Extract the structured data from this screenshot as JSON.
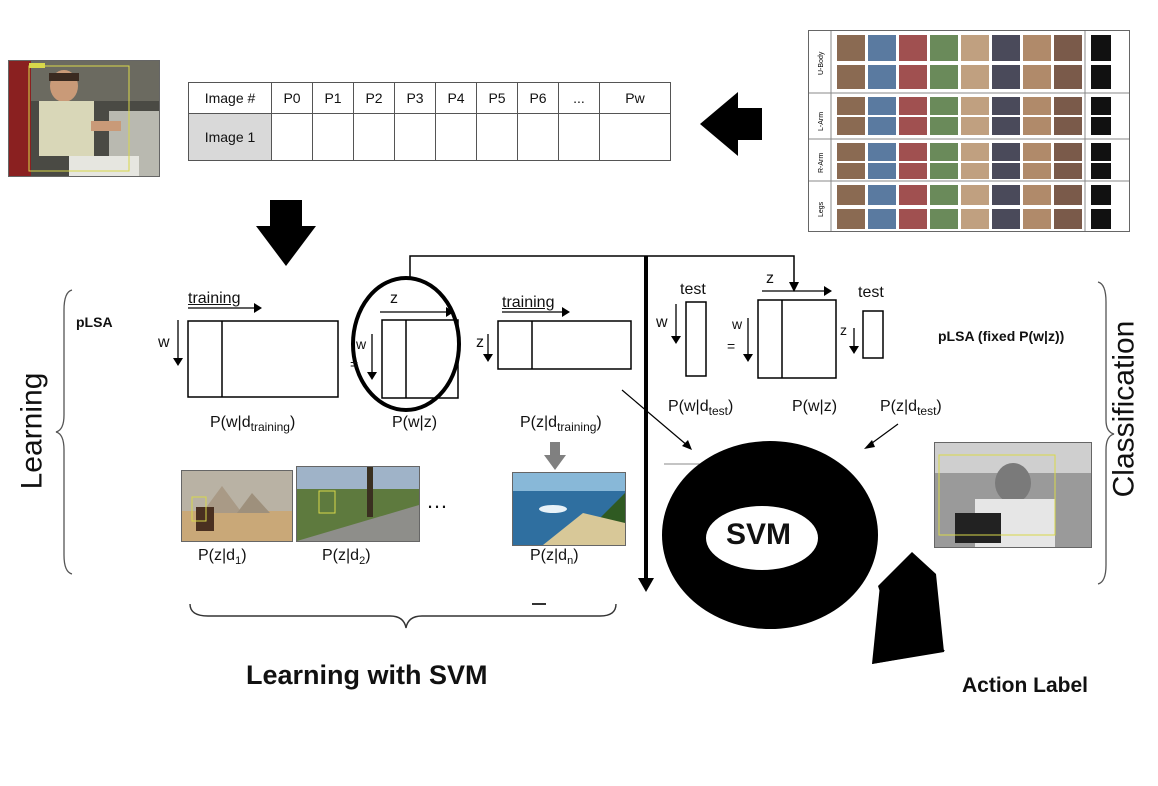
{
  "table": {
    "headers": [
      "Image #",
      "P0",
      "P1",
      "P2",
      "P3",
      "P4",
      "P5",
      "P6",
      "...",
      "Pw"
    ],
    "row_label": "Image 1"
  },
  "learning": {
    "side_label": "Learning",
    "plsa_label": "pLSA",
    "training_label_1": "training",
    "training_label_2": "training",
    "w_label": "w",
    "w2_label": "w",
    "z_label": "z",
    "z2_label": "z",
    "eq_label": "=",
    "p_w_d_training": "P(w|d",
    "p_w_d_training_sub": "training",
    "p_w_d_training_end": ")",
    "p_w_z": "P(w|z)",
    "p_z_d_training": "P(z|d",
    "p_z_d_training_sub": "training",
    "p_z_d_training_end": ")",
    "p_z_d1": "P(z|d",
    "p_z_d1_sub": "1",
    "p_z_d2": "P(z|d",
    "p_z_d2_sub": "2",
    "p_z_dn": "P(z|d",
    "p_z_dn_sub": "n",
    "ellipsis": "…",
    "title": "Learning with SVM"
  },
  "classification": {
    "side_label": "Classification",
    "plsa_fixed_label": "pLSA (fixed P(w|z))",
    "test_label_1": "test",
    "test_label_2": "test",
    "w_label": "w",
    "w2_label": "w",
    "z_label": "z",
    "z2_label": "z",
    "eq_label": "=",
    "p_w_d_test": "P(w|d",
    "p_w_d_test_sub": "test",
    "p_w_d_test_end": ")",
    "p_w_z": "P(w|z)",
    "p_z_d_test": "P(z|d",
    "p_z_d_test_sub": "test",
    "p_z_d_test_end": ")"
  },
  "svm_label": "SVM",
  "action_label": "Action Label",
  "grid_row_labels": [
    "U-Body",
    "L-Arm",
    "R-Arm",
    "Legs"
  ],
  "colors": {
    "ink": "#000000",
    "table_gray": "#d9d9d9",
    "arrow_gray": "#808080"
  }
}
